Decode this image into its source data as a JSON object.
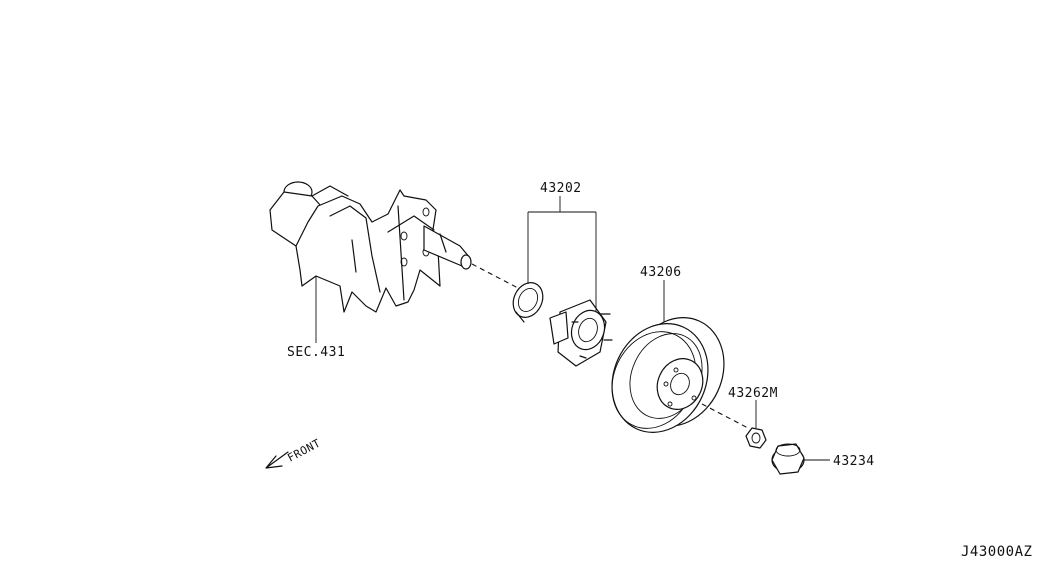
{
  "diagram": {
    "parts": [
      {
        "id": "knuckle",
        "label": "SEC.431"
      },
      {
        "id": "bearing",
        "label": "43202"
      },
      {
        "id": "drum",
        "label": "43206"
      },
      {
        "id": "nut",
        "label": "43262M"
      },
      {
        "id": "cap",
        "label": "43234"
      }
    ],
    "direction_label": "FRONT",
    "diagram_code": "J43000AZ"
  }
}
